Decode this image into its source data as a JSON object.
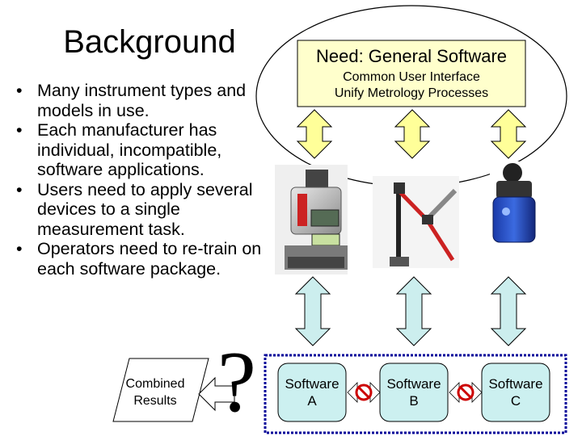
{
  "slide": {
    "title": "Background",
    "bullets": [
      "Many instrument types and models in use.",
      "Each manufacturer has individual, incompatible, software applications.",
      "Users need to apply several devices to a single measurement task.",
      "Operators need to re-train on each software package."
    ]
  },
  "need": {
    "title": "Need:  General Software",
    "line1": "Common User Interface",
    "line2": "Unify Metrology Processes"
  },
  "software": [
    {
      "label_line1": "Software",
      "label_line2": "A"
    },
    {
      "label_line1": "Software",
      "label_line2": "B"
    },
    {
      "label_line1": "Software",
      "label_line2": "C"
    }
  ],
  "combined": {
    "line1": "Combined",
    "line2": "Results"
  },
  "question_mark": "?",
  "colors": {
    "need_box": "#ffffcc",
    "up_arrow": "#ffff99",
    "down_arrow": "#cceeee",
    "software_box": "#ccf0f0",
    "dotted_border": "#000099",
    "no_symbol": "#cc0000"
  },
  "icons": [
    "theodolite-image",
    "portable-cmm-arm-image",
    "laser-tracker-image",
    "no-symbol-icon"
  ]
}
